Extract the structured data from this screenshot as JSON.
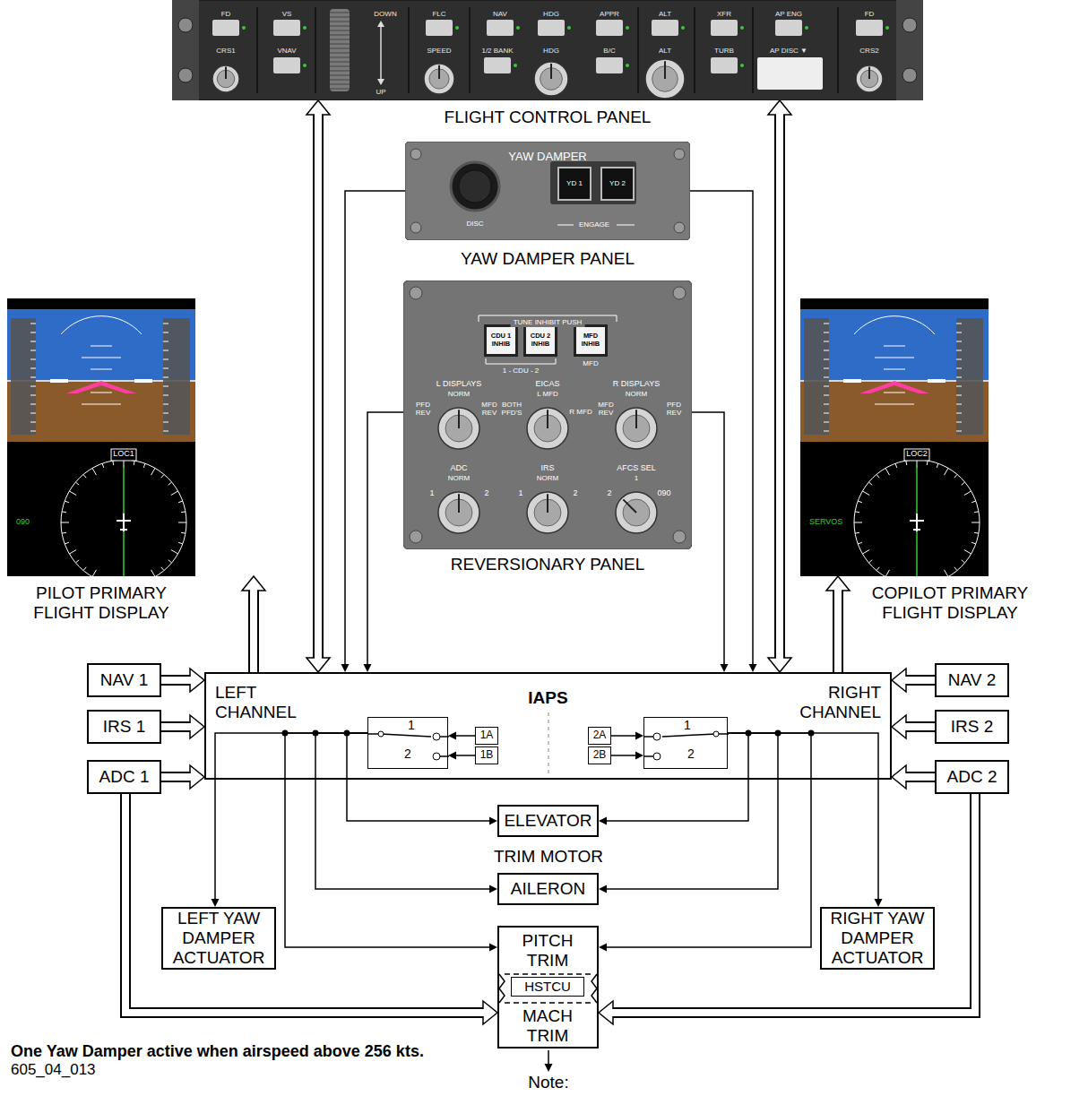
{
  "diagram": {
    "nodes": [
      {
        "text": [
          "FLIGHT CONTROL PANEL"
        ]
      },
      {
        "text": [
          "YAW DAMPER",
          "YAW DAMPER PANEL"
        ]
      },
      {
        "text": [
          "YD 1"
        ],
        "in": 1
      },
      {
        "text": [
          "YD 2"
        ],
        "in": 1
      },
      {
        "text": [
          "REVERSIONARY PANEL"
        ]
      },
      {
        "text": [
          "CDU 1 INHIB"
        ],
        "in": 4
      },
      {
        "text": [
          "CDU 2 INHIB"
        ],
        "in": 4
      },
      {
        "text": [
          "MFD INHIB"
        ],
        "in": 4
      },
      {
        "text": [
          "PILOT PRIMARY FLIGHT DISPLAY"
        ]
      },
      {
        "text": [
          "COPILOT PRIMARY FLIGHT DISPLAY"
        ]
      },
      {
        "text": [
          "NAV 1"
        ]
      },
      {
        "text": [
          "LEFT CHANNEL",
          "IAPS",
          "RIGHT CHANNEL"
        ]
      },
      {
        "text": [
          "1",
          "2"
        ],
        "in": 11
      },
      {
        "text": [
          "1A"
        ],
        "in": 11
      },
      {
        "text": [
          "1B"
        ],
        "in": 11
      },
      {
        "text": [
          "2A"
        ],
        "in": 11
      },
      {
        "text": [
          "2B"
        ],
        "in": 11
      },
      {
        "text": [
          "1",
          "2"
        ],
        "in": 11
      },
      {
        "text": [
          "NAV 2"
        ]
      },
      {
        "text": [
          "IRS 1"
        ]
      },
      {
        "text": [
          "IRS 2"
        ]
      },
      {
        "text": [
          "ADC 1"
        ]
      },
      {
        "text": [
          "ADC 2"
        ]
      },
      {
        "text": [
          "ELEVATOR"
        ]
      },
      {
        "text": [
          "AILERON"
        ]
      },
      {
        "text": [
          "LEFT YAW DAMPER ACTUATOR"
        ]
      },
      {
        "text": [
          "PITCH TRIM",
          "MACH TRIM"
        ]
      },
      {
        "text": [
          "HSTCU"
        ],
        "in": 26
      },
      {
        "text": [
          "RIGHT YAW DAMPER ACTUATOR"
        ]
      }
    ],
    "edges": [
      {
        "from": 0,
        "to": 11,
        "arrow": "both"
      },
      {
        "from": 1,
        "to": 11,
        "arrow": "to"
      },
      {
        "from": 4,
        "to": 11,
        "arrow": "to"
      },
      {
        "from": 4,
        "to": 11,
        "arrow": "to"
      },
      {
        "from": 1,
        "to": 11,
        "arrow": "to"
      },
      {
        "from": 0,
        "to": 11,
        "arrow": "both"
      },
      {
        "from": 11,
        "to": 8,
        "arrow": "to"
      },
      {
        "from": 11,
        "to": 9,
        "arrow": "to"
      },
      {
        "from": 10,
        "to": 11,
        "arrow": "to"
      },
      {
        "from": 19,
        "to": 11,
        "arrow": "to"
      },
      {
        "from": 21,
        "to": 11,
        "arrow": "to"
      },
      {
        "from": 18,
        "to": 11,
        "arrow": "to"
      },
      {
        "from": 20,
        "to": 11,
        "arrow": "to"
      },
      {
        "from": 22,
        "to": 11,
        "arrow": "to"
      },
      {
        "from": 21,
        "to": 26,
        "arrow": "to"
      },
      {
        "from": 22,
        "to": 26,
        "arrow": "to"
      },
      {
        "from": 13,
        "to": 12,
        "arrow": "to"
      },
      {
        "from": 14,
        "to": 12,
        "arrow": "to"
      },
      {
        "from": 15,
        "to": 17,
        "arrow": "to"
      },
      {
        "from": 16,
        "to": 17,
        "arrow": "to"
      },
      {
        "from": 12,
        "to": 25,
        "arrow": "to"
      },
      {
        "from": 12,
        "to": 26,
        "arrow": "to"
      },
      {
        "from": 12,
        "to": 24,
        "arrow": "to"
      },
      {
        "from": 12,
        "to": 23,
        "arrow": "to"
      },
      {
        "from": 17,
        "to": 23,
        "arrow": "to"
      },
      {
        "from": 17,
        "to": 24,
        "arrow": "to"
      },
      {
        "from": 17,
        "to": 26,
        "arrow": "to"
      },
      {
        "from": 17,
        "to": 28,
        "arrow": "to"
      }
    ],
    "labels": [
      "FD",
      "VS",
      "DOWN",
      "FLC",
      "NAV",
      "HDG",
      "APPR",
      "ALT",
      "XFR",
      "AP ENG",
      "FD",
      "CRS1",
      "VNAV",
      "SPEED",
      "1/2 BANK",
      "HDG",
      "B/C",
      "ALT",
      "TURB",
      "AP DISC ▼",
      "CRS2",
      "UP",
      "DISC",
      "ENGAGE",
      "TUNE INHIBIT PUSH",
      "1 - CDU - 2",
      "MFD",
      "L DISPLAYS",
      "NORM",
      "PFD REV",
      "MFD REV",
      "EICAS",
      "L MFD",
      "BOTH PFD'S",
      "R MFD",
      "R DISPLAYS",
      "NORM",
      "MFD REV",
      "PFD REV",
      "ADC",
      "NORM",
      "1",
      "2",
      "IRS",
      "NORM",
      "1",
      "2",
      "AFCS SEL",
      "1",
      "2",
      "090",
      "LOC1",
      "090",
      "LOC2",
      "SERVOS",
      "TRIM MOTOR",
      "Note:",
      "One Yaw Damper active when airspeed above 256 kts.",
      "605_04_013"
    ]
  }
}
